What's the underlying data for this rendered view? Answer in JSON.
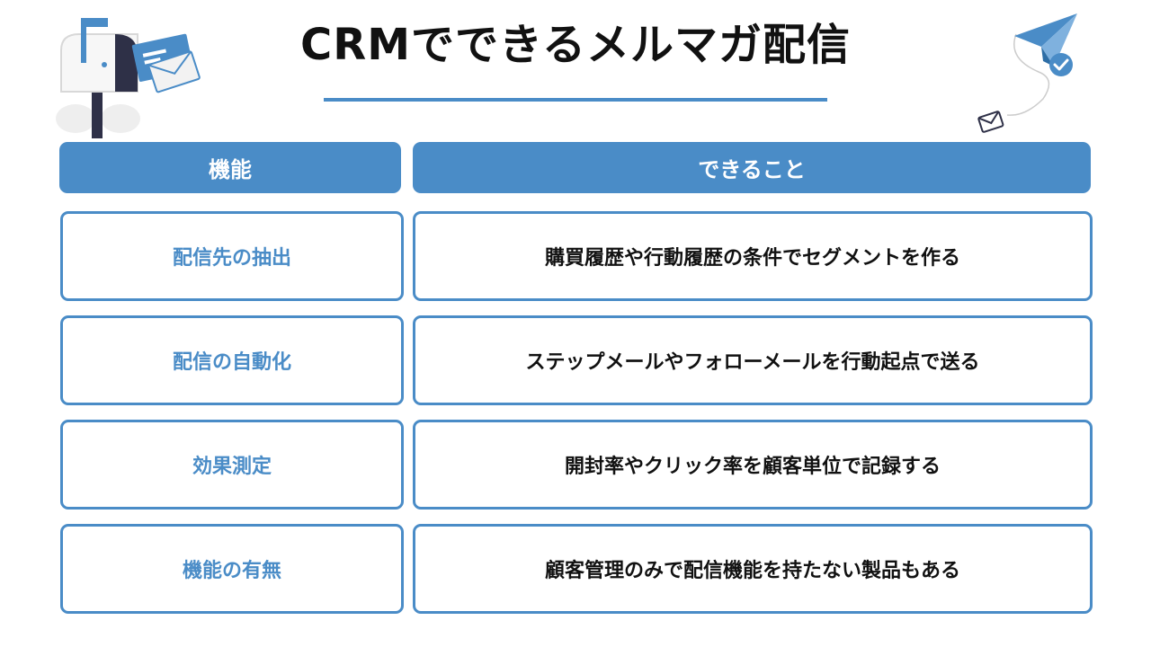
{
  "title": "CRMでできるメルマガ配信",
  "headers": {
    "feature": "機能",
    "capability": "できること"
  },
  "rows": [
    {
      "feature": "配信先の抽出",
      "capability": "購買履歴や行動履歴の条件でセグメントを作る"
    },
    {
      "feature": "配信の自動化",
      "capability": "ステップメールやフォローメールを行動起点で送る"
    },
    {
      "feature": "効果測定",
      "capability": "開封率やクリック率を顧客単位で記録する"
    },
    {
      "feature": "機能の有無",
      "capability": "顧客管理のみで配信機能を持たない製品もある"
    }
  ],
  "icons": {
    "left_illustration": "mailbox-icon",
    "right_illustration": "paper-plane-icon",
    "small_envelope": "envelope-icon",
    "check_badge": "check-circle-icon"
  },
  "colors": {
    "accent": "#4a8cc7",
    "text": "#111111",
    "background": "#ffffff"
  }
}
